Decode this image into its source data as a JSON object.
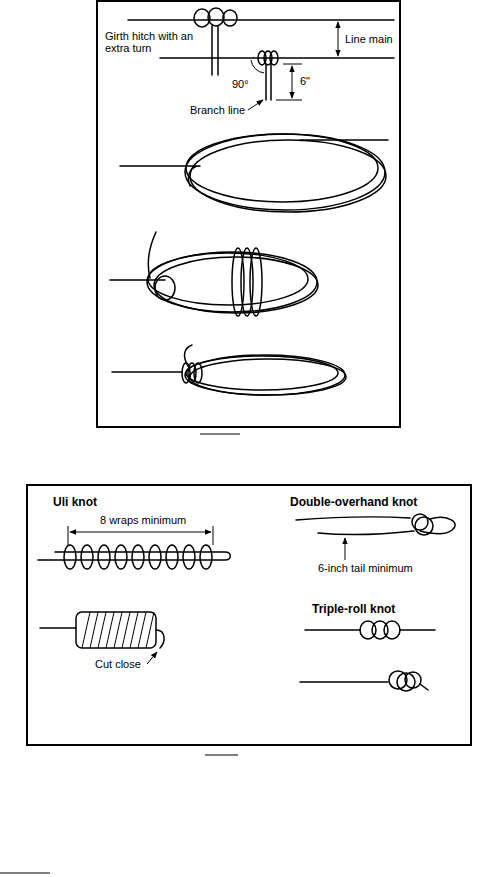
{
  "diagram": {
    "labels": [
      "Line main",
      "Girth hitch with an extra turn",
      "90°",
      "6\"",
      "Branch line",
      "Uli knot",
      "Double-overhand knot",
      "8 wraps minimum",
      "6-inch tail minimum",
      "Triple-roll knot",
      "Cut close"
    ]
  }
}
